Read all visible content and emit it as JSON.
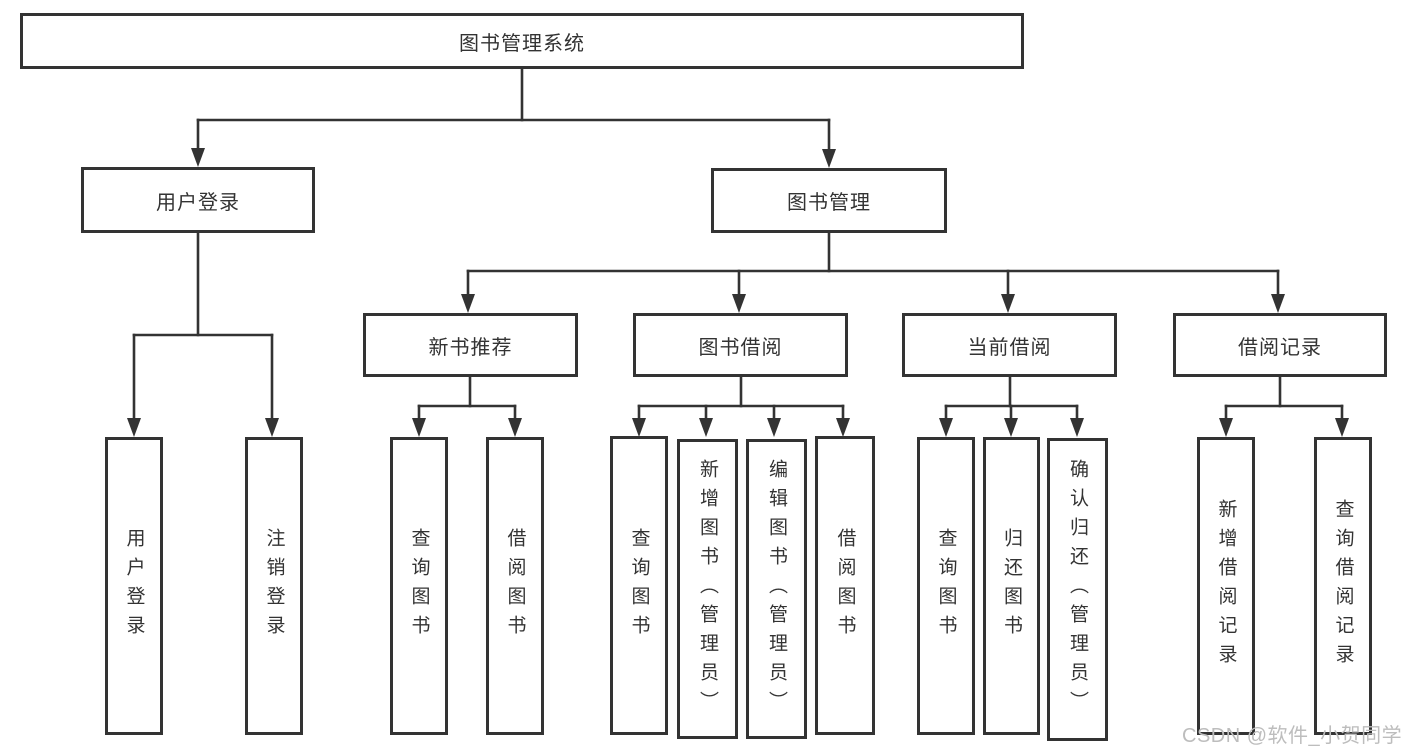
{
  "colors": {
    "line": "#333333",
    "box_border": "#333333",
    "text": "#333333",
    "background": "#ffffff",
    "watermark": "#bdbdbd"
  },
  "watermark": "CSDN @软件_小贺同学",
  "tree": {
    "root": "图书管理系统",
    "branches": [
      {
        "label": "用户登录",
        "children": [
          "用户登录",
          "注销登录"
        ]
      },
      {
        "label": "图书管理",
        "modules": [
          {
            "label": "新书推荐",
            "children": [
              "查询图书",
              "借阅图书"
            ]
          },
          {
            "label": "图书借阅",
            "children": [
              "查询图书",
              "新增图书（管理员）",
              "编辑图书（管理员）",
              "借阅图书"
            ]
          },
          {
            "label": "当前借阅",
            "children": [
              "查询图书",
              "归还图书",
              "确认归还（管理员）"
            ]
          },
          {
            "label": "借阅记录",
            "children": [
              "新增借阅记录",
              "查询借阅记录"
            ]
          }
        ]
      }
    ]
  }
}
